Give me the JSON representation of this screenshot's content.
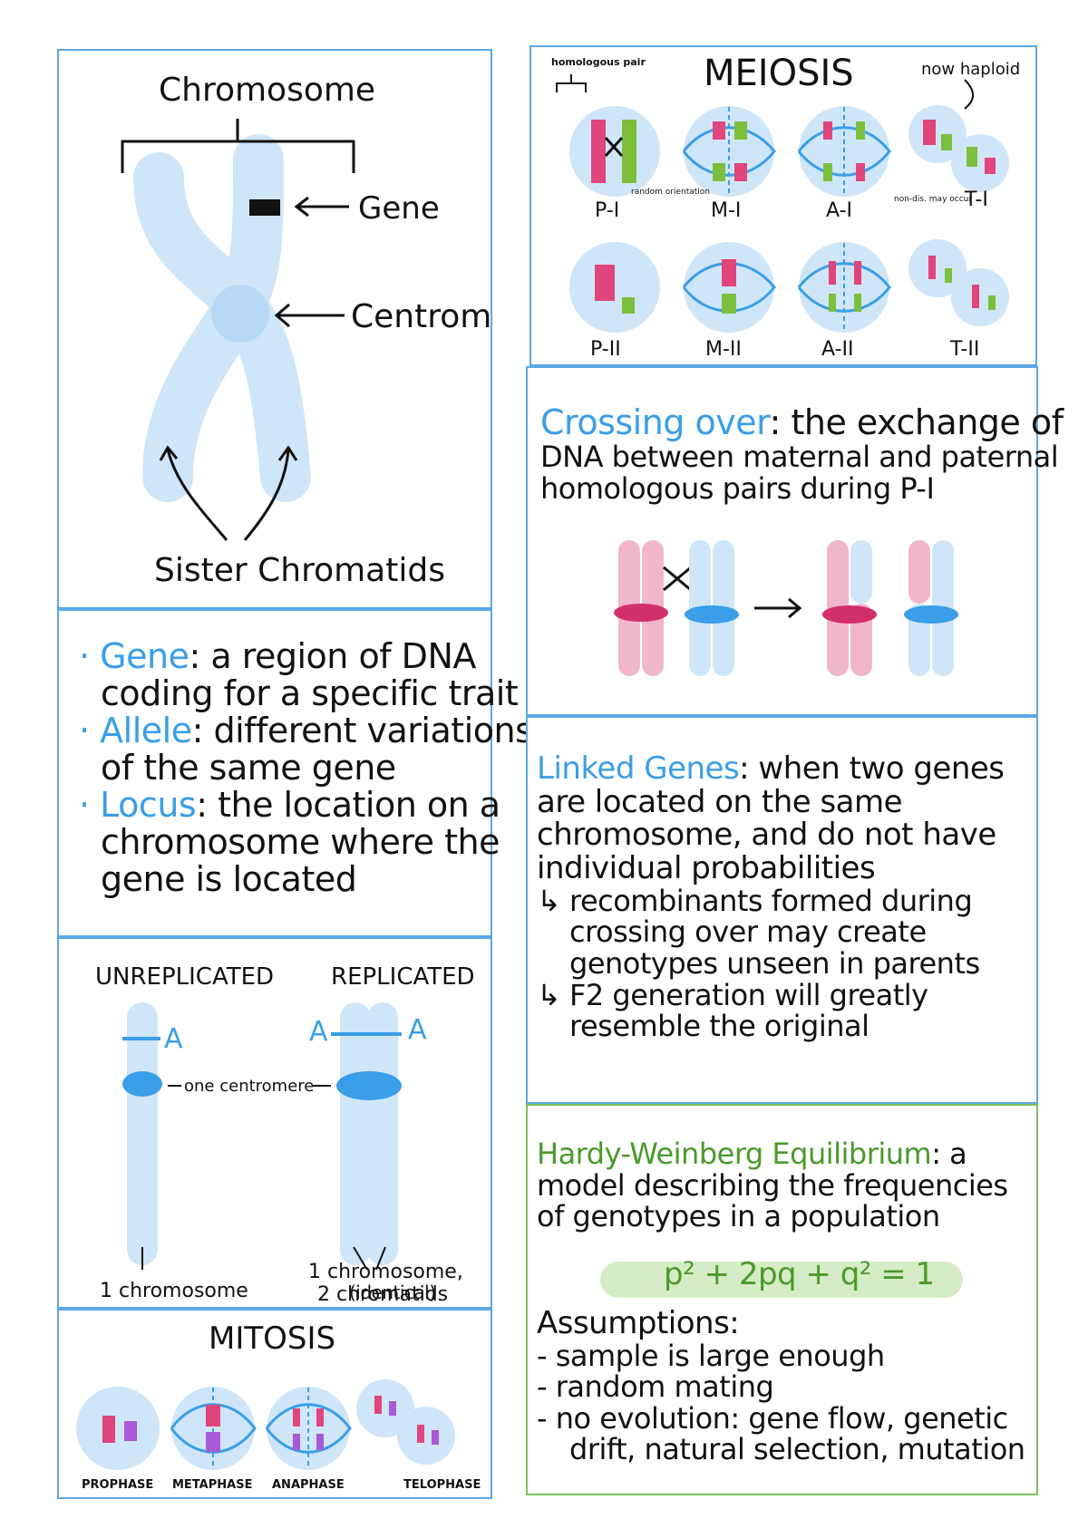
{
  "chromosome": {
    "title": "Chromosome",
    "gene": "Gene",
    "centromere": "Centromere",
    "sister": "Sister Chromatids"
  },
  "definitions": {
    "gene_term": "Gene",
    "gene_text_1": ": a region of DNA",
    "gene_text_2": "coding for a specific trait",
    "allele_term": "Allele",
    "allele_text_1": ": different variations",
    "allele_text_2": "of the same gene",
    "locus_term": "Locus",
    "locus_text_1": ": the location on a",
    "locus_text_2": "chromosome where the",
    "locus_text_3": "gene is located"
  },
  "replication": {
    "unreplicated": "UNREPLICATED",
    "replicated": "REPLICATED",
    "allele_a": "A",
    "centromere": "one centromere",
    "one_chromosome": "1 chromosome",
    "rep_line1": "1 chromosome,",
    "rep_line2": "2 chromatids",
    "rep_line3": "(identical)"
  },
  "mitosis": {
    "title": "MITOSIS",
    "phases": [
      "PROPHASE",
      "METAPHASE",
      "ANAPHASE",
      "TELOPHASE"
    ]
  },
  "meiosis": {
    "title": "MEIOSIS",
    "homologous": "homologous pair",
    "haploid": "now haploid",
    "random": "random orientation",
    "nondisjunction": "non-dis. may occur",
    "row1": [
      "P-I",
      "M-I",
      "A-I",
      "T-I"
    ],
    "row2": [
      "P-II",
      "M-II",
      "A-II",
      "T-II"
    ]
  },
  "crossing": {
    "term": "Crossing over",
    "line1": ": the exchange of",
    "line2": "DNA between maternal and paternal",
    "line3": "homologous pairs during P-I"
  },
  "linked": {
    "term": "Linked Genes",
    "line1": ": when two genes",
    "line2": "are located on the same",
    "line3": "chromosome, and do not have",
    "line4": "individual probabilities",
    "line5": "↳ recombinants formed during",
    "line6": "crossing over may create",
    "line7": "genotypes unseen in parents",
    "line8": "↳ F2 generation will greatly",
    "line9": "resemble the original"
  },
  "hardy": {
    "term": "Hardy-Weinberg Equilibrium",
    "line1": ": a",
    "line2": "model describing the frequencies",
    "line3": "of genotypes in a population",
    "equation": "p² + 2pq + q² = 1",
    "assumptions": "Assumptions:",
    "a1": "- sample is large enough",
    "a2": "- random mating",
    "a3": "- no evolution: gene flow, genetic",
    "a4": "drift, natural selection, mutation"
  },
  "colors": {
    "panel_blue": "#5aa9e6",
    "panel_green": "#7fbf5a",
    "light_blue": "#cfe6f8",
    "blue": "#3a9ee8",
    "pink": "#e0457b",
    "green_chrom": "#7cbf3c",
    "purple": "#a85ad6"
  }
}
